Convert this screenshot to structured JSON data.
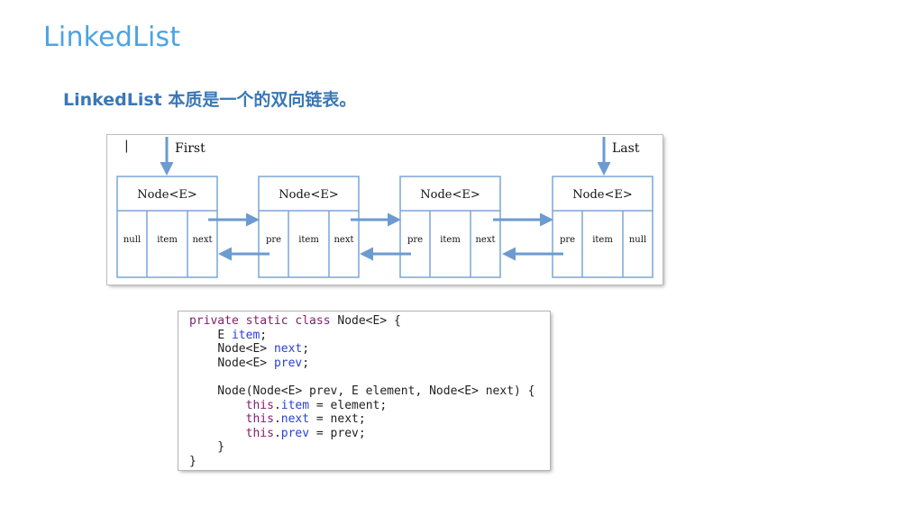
{
  "slide": {
    "title": "LinkedList",
    "subtitle": "LinkedList 本质是一个的双向链表。"
  },
  "diagram": {
    "first_label": "First",
    "last_label": "Last",
    "cursor_mark": "|",
    "nodes": [
      {
        "title": "Node<E>",
        "cells": [
          "null",
          "item",
          "next"
        ]
      },
      {
        "title": "Node<E>",
        "cells": [
          "pre",
          "item",
          "next"
        ]
      },
      {
        "title": "Node<E>",
        "cells": [
          "pre",
          "item",
          "next"
        ]
      },
      {
        "title": "Node<E>",
        "cells": [
          "pre",
          "item",
          "null"
        ]
      }
    ],
    "colors": {
      "border": "#7aa6d6",
      "arrow": "#6b9bd1"
    }
  },
  "code": {
    "l1": {
      "kw": "private static class",
      "rest": " Node<E> {"
    },
    "l2": {
      "indent": "    ",
      "pre": "E ",
      "field": "item",
      "post": ";"
    },
    "l3": {
      "indent": "    ",
      "pre": "Node<E> ",
      "field": "next",
      "post": ";"
    },
    "l4": {
      "indent": "    ",
      "pre": "Node<E> ",
      "field": "prev",
      "post": ";"
    },
    "l6": "    Node(Node<E> prev, E element, Node<E> next) {",
    "l7": {
      "indent": "        ",
      "kw": "this",
      "dot": ".",
      "field": "item",
      "post": " = element;"
    },
    "l8": {
      "indent": "        ",
      "kw": "this",
      "dot": ".",
      "field": "next",
      "post": " = next;"
    },
    "l9": {
      "indent": "        ",
      "kw": "this",
      "dot": ".",
      "field": "prev",
      "post": " = prev;"
    },
    "l10": "    }",
    "l11": "}"
  }
}
